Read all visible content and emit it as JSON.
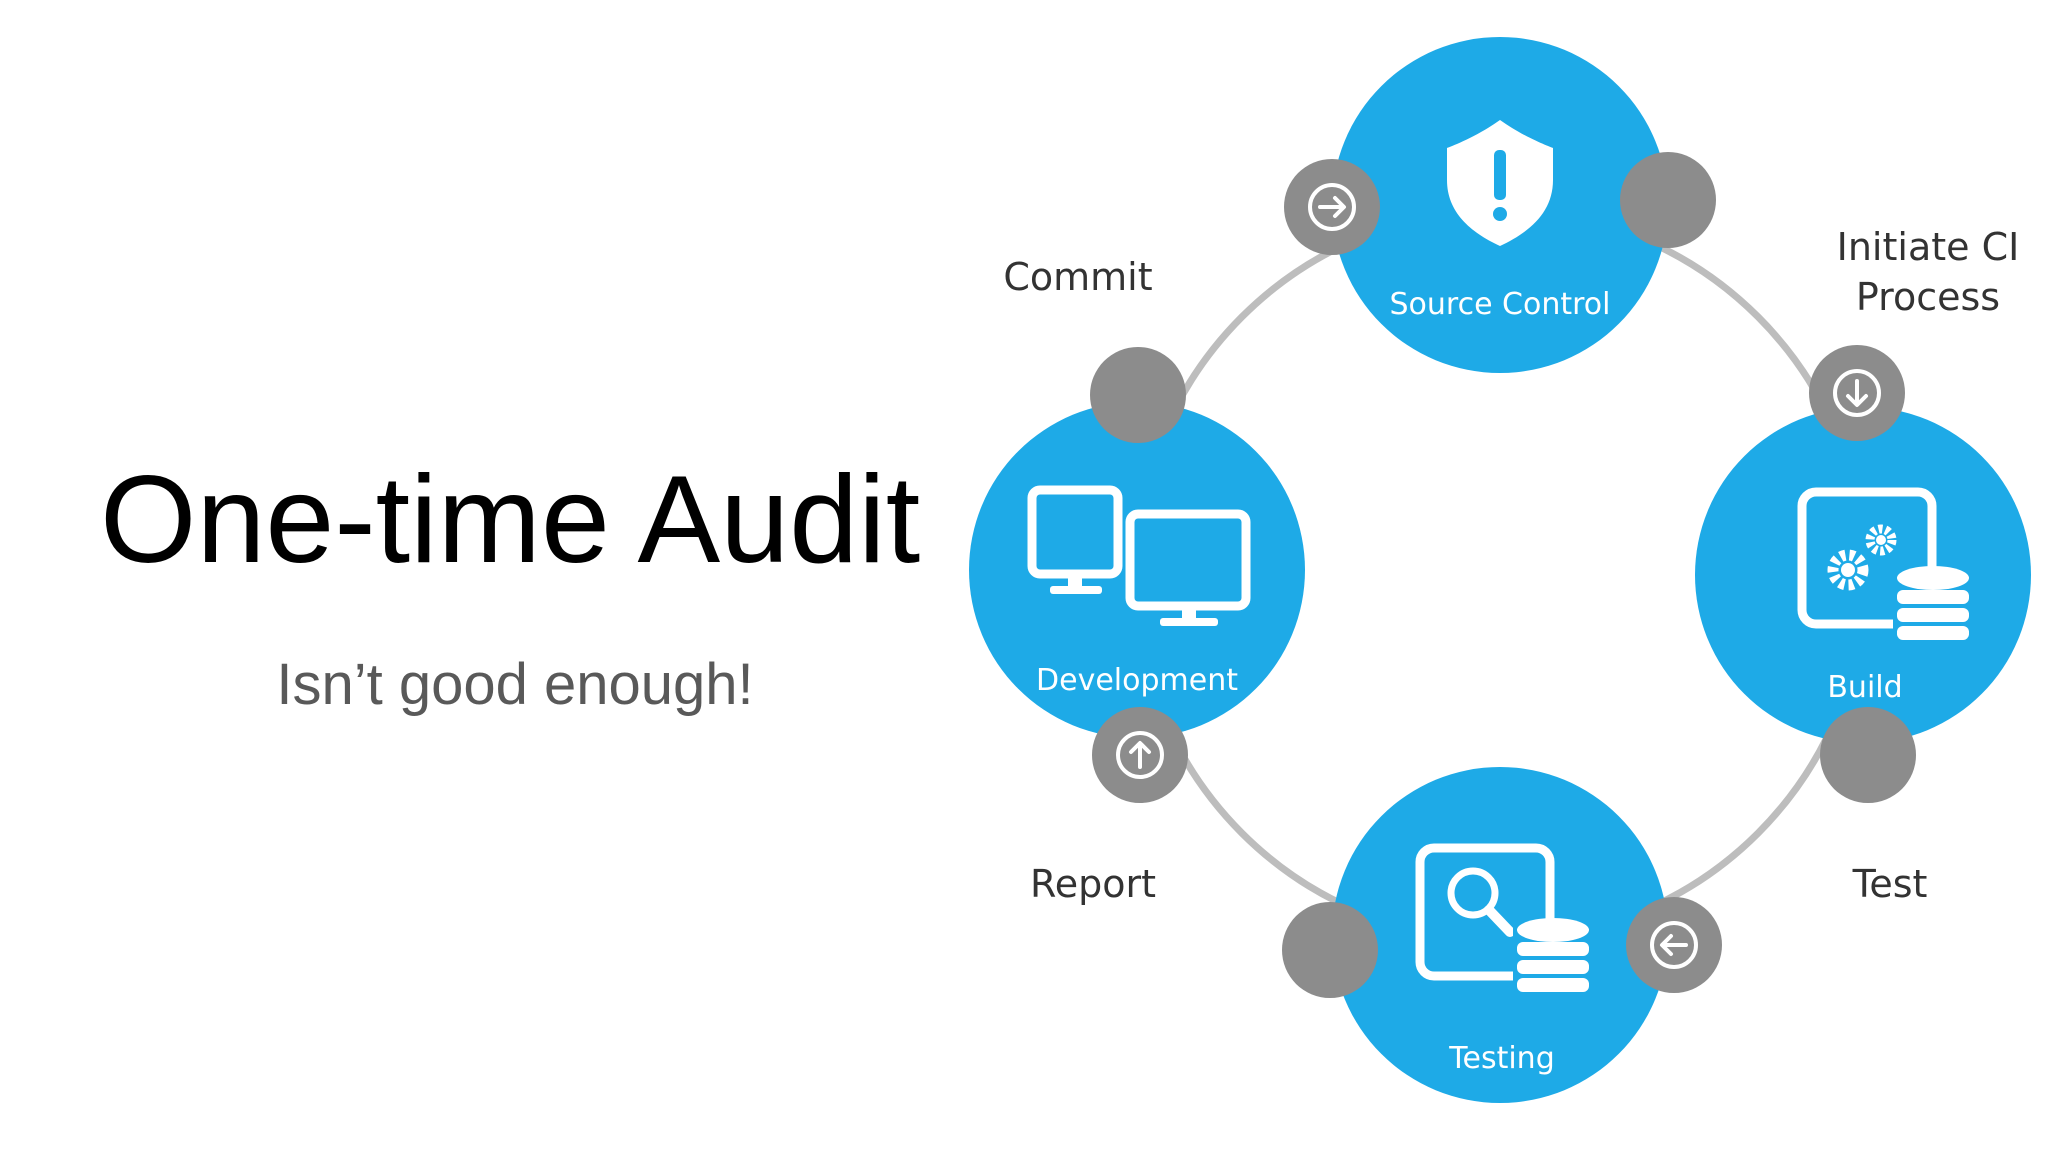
{
  "slide": {
    "title": "One-time Audit",
    "subtitle": "Isn’t good enough!"
  },
  "diagram": {
    "stages": [
      {
        "id": "source-control",
        "label": "Source Control",
        "icon": "shield-alert-icon"
      },
      {
        "id": "build",
        "label": "Build",
        "icon": "gears-database-icon"
      },
      {
        "id": "testing",
        "label": "Testing",
        "icon": "magnifier-database-icon"
      },
      {
        "id": "development",
        "label": "Development",
        "icon": "dual-monitor-icon"
      }
    ],
    "transitions": {
      "commit": "Commit",
      "initiate_line1": "Initiate CI",
      "initiate_line2": "Process",
      "test": "Test",
      "report": "Report"
    },
    "colors": {
      "stage_fill": "#1EAAE7",
      "connector": "#8C8C8C",
      "ring": "#BDBDBD",
      "label_text": "#333333"
    }
  }
}
